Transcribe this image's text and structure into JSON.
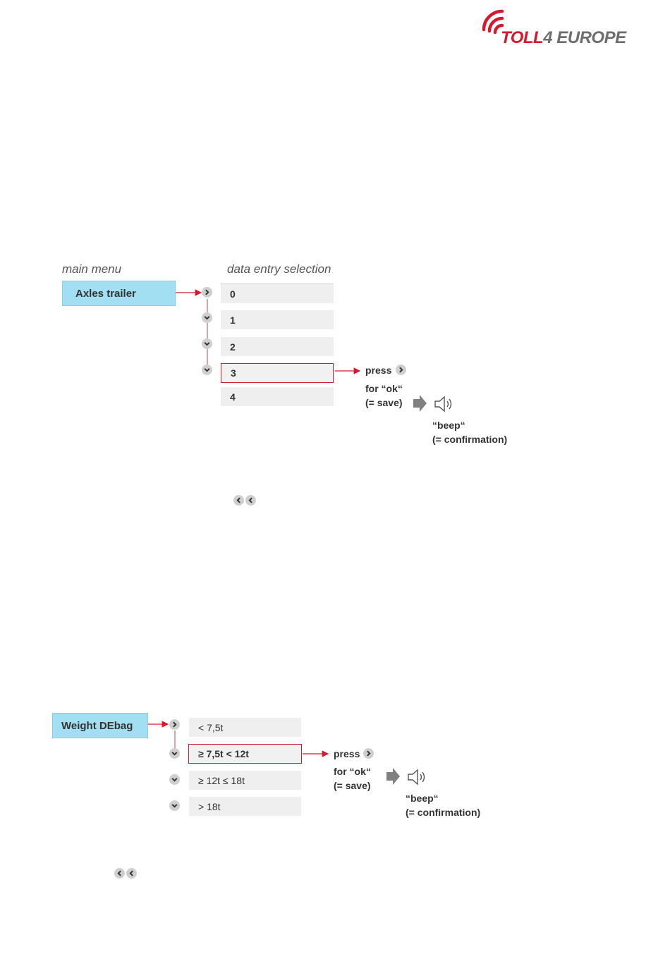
{
  "logo": {
    "part1": "TOLL",
    "part2": "4 EUROPE"
  },
  "section1": {
    "main_menu_label": "main menu",
    "data_entry_label": "data entry selection",
    "menu_item": "Axles trailer",
    "options": [
      "0",
      "1",
      "2",
      "3",
      "4"
    ],
    "selected_index": 3,
    "press_label": "press",
    "for_ok_label": "for “ok“",
    "save_label": "(= save)",
    "beep_label": "“beep“",
    "confirmation_label": "(= confirmation)"
  },
  "section2": {
    "menu_item": "Weight DEbag",
    "options": [
      "< 7,5t",
      "≥ 7,5t < 12t",
      "≥ 12t  ≤ 18t",
      "> 18t"
    ],
    "selected_index": 1,
    "press_label": "press",
    "for_ok_label": "for “ok“",
    "save_label": "(= save)",
    "beep_label": "“beep“",
    "confirmation_label": "(= confirmation)"
  },
  "icons": {
    "right": "chevron-right-icon",
    "down": "chevron-down-icon",
    "back": "double-chevron-left-icon",
    "arrow": "gray-arrow-right-icon",
    "speaker": "speaker-icon"
  },
  "colors": {
    "accent_red": "#d7192d",
    "menu_blue": "#a3dff2",
    "option_gray": "#efefef"
  }
}
